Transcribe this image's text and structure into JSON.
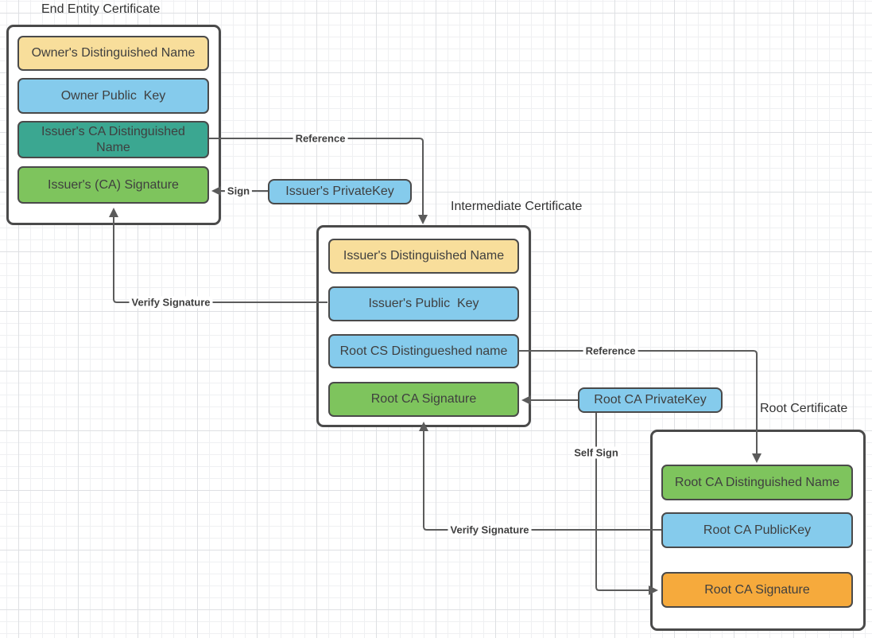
{
  "palette": {
    "line": "#5b5b5b",
    "border": "#4a4a4a",
    "text": "#3f3f3f",
    "yellow": "#f8de9b",
    "blue": "#85cbec",
    "teal": "#3ba791",
    "green": "#7ec45d",
    "orange": "#f6aa3c",
    "grid_minor": "#eff0f2",
    "grid_major": "#dee0e3"
  },
  "diagram": {
    "groups": [
      {
        "title": "End Entity Certificate",
        "fields": [
          {
            "label": "Owner's Distinguished Name",
            "color": "#f8de9b"
          },
          {
            "label": "Owner Public  Key",
            "color": "#85cbec"
          },
          {
            "label": "Issuer's CA Distinguished\nName",
            "color": "#3ba791"
          },
          {
            "label": "Issuer's (CA) Signature",
            "color": "#7ec45d"
          }
        ]
      },
      {
        "title": "Intermediate Certificate",
        "fields": [
          {
            "label": "Issuer's Distinguished Name",
            "color": "#f8de9b"
          },
          {
            "label": "Issuer's Public  Key",
            "color": "#85cbec"
          },
          {
            "label": "Root CS Distingueshed name",
            "color": "#85cbec"
          },
          {
            "label": "Root CA Signature",
            "color": "#7ec45d"
          }
        ]
      },
      {
        "title": "Root Certificate",
        "fields": [
          {
            "label": "Root CA Distinguished Name",
            "color": "#7ec45d"
          },
          {
            "label": "Root CA PublicKey",
            "color": "#85cbec"
          },
          {
            "label": "Root CA Signature",
            "color": "#f6aa3c"
          }
        ]
      }
    ],
    "keys": [
      {
        "label": "Issuer's PrivateKey",
        "color": "#85cbec"
      },
      {
        "label": "Root CA PrivateKey",
        "color": "#85cbec"
      }
    ],
    "connectors": [
      {
        "label": "Reference"
      },
      {
        "label": "Sign"
      },
      {
        "label": "Verify Signature"
      },
      {
        "label": "Reference"
      },
      {
        "label": "Self Sign"
      },
      {
        "label": "Verify Signature"
      }
    ]
  }
}
